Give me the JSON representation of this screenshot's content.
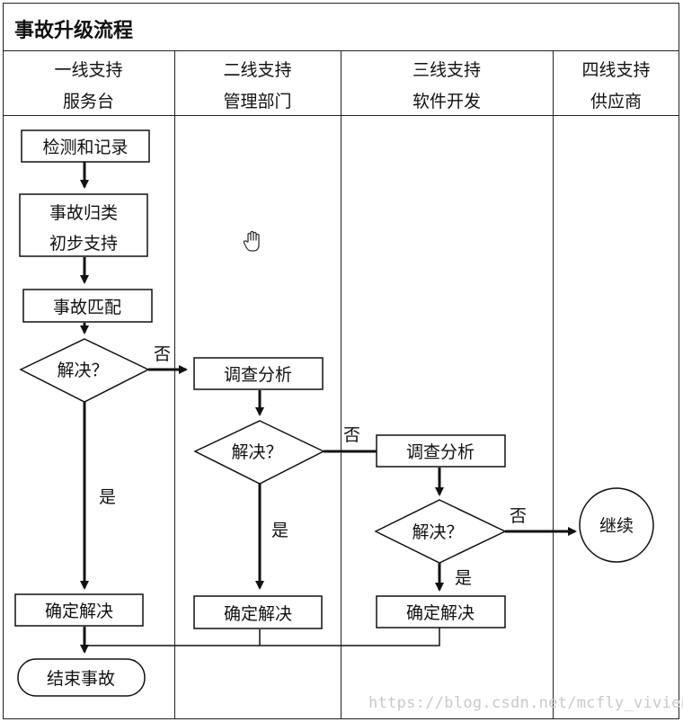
{
  "title": "事故升级流程",
  "lanes": [
    {
      "line1": "一线支持",
      "line2": "服务台"
    },
    {
      "line1": "二线支持",
      "line2": "管理部门"
    },
    {
      "line1": "三线支持",
      "line2": "软件开发"
    },
    {
      "line1": "四线支持",
      "line2": "供应商"
    }
  ],
  "nodes": {
    "detect": "检测和记录",
    "classify_l1": "事故归类",
    "classify_l2": "初步支持",
    "match": "事故匹配",
    "decide1": "解决？",
    "confirm1": "确定解决",
    "end": "结束事故",
    "investigate2": "调查分析",
    "decide2": "解决？",
    "confirm2": "确定解决",
    "investigate3": "调查分析",
    "decide3": "解决？",
    "confirm3": "确定解决",
    "continue": "继续"
  },
  "edge_labels": {
    "no": "否",
    "yes": "是"
  },
  "watermark": "https://blog.csdn.net/mcfly_vivien",
  "icons": {
    "cursor": "hand-pointer-icon"
  }
}
